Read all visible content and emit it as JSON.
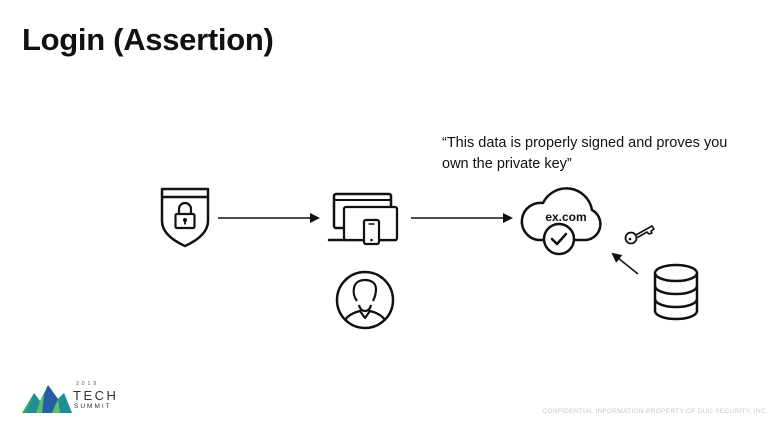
{
  "title": "Login (Assertion)",
  "quote": "“This data is properly signed and proves you own the private key”",
  "cloud_label": "ex.com",
  "logo": {
    "year": "2019",
    "line1": "TECH",
    "line2": "SUMMIT"
  },
  "footer": "CONFIDENTIAL INFORMATION PROPERTY OF DUO SECURITY, INC.",
  "icons": [
    "shield-lock-icon",
    "devices-icon",
    "user-icon",
    "cloud-check-icon",
    "key-icon",
    "database-icon"
  ],
  "colors": {
    "ink": "#111111",
    "logo_green": "#3aa856",
    "logo_teal": "#1d8f95",
    "logo_blue": "#2a5da8"
  }
}
